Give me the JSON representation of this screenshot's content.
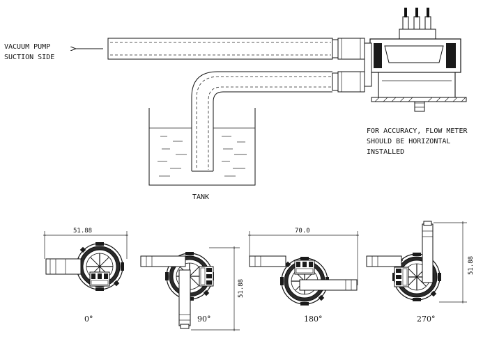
{
  "labels": {
    "vacuum_line1": "VACUUM PUMP",
    "vacuum_line2": "SUCTION SIDE",
    "tank": "TANK",
    "note_line1": "FOR ACCURACY, FLOW METER",
    "note_line2": "SHOULD BE HORIZONTAL",
    "note_line3": "INSTALLED"
  },
  "views": [
    {
      "angle": "0°",
      "dimension": "51.88"
    },
    {
      "angle": "90°",
      "dimension": "51.88"
    },
    {
      "angle": "180°",
      "dimension": "70.0"
    },
    {
      "angle": "270°",
      "dimension": "51.88"
    }
  ]
}
